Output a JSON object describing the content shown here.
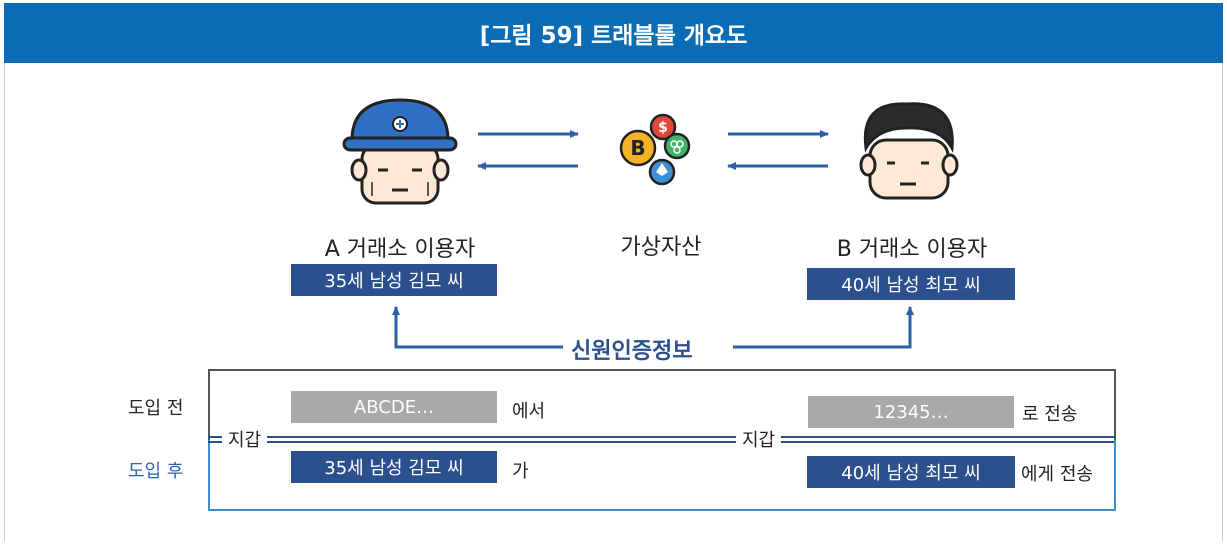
{
  "title": "[그림 59] 트래블룰 개요도",
  "user_a": {
    "label": "A 거래소 이용자",
    "tag": "35세 남성 김모 씨"
  },
  "asset": {
    "label": "가상자산"
  },
  "user_b": {
    "label": "B 거래소 이용자",
    "tag": "40세 남성 최모 씨"
  },
  "link_label": "신원인증정보",
  "before": {
    "label": "도입 전",
    "from_value": "ABCDE…",
    "from_suffix": "에서",
    "to_value": "12345…",
    "to_suffix": "로 전송"
  },
  "after": {
    "label": "도입 후",
    "from_value": "35세 남성 김모 씨",
    "from_suffix": "가",
    "to_value": "40세 남성 최모 씨",
    "to_suffix": "에게 전송"
  },
  "wallet_left": "지갑",
  "wallet_right": "지갑",
  "colors": {
    "header": "#0a6cb5",
    "tag_navy": "#2c4f8e",
    "tag_gray": "#a9a9a9",
    "after_border": "#3d8ed3",
    "arrow": "#2b5fa8"
  },
  "icons": [
    "hardhat-person-icon",
    "crypto-coins-icon",
    "person-icon"
  ]
}
